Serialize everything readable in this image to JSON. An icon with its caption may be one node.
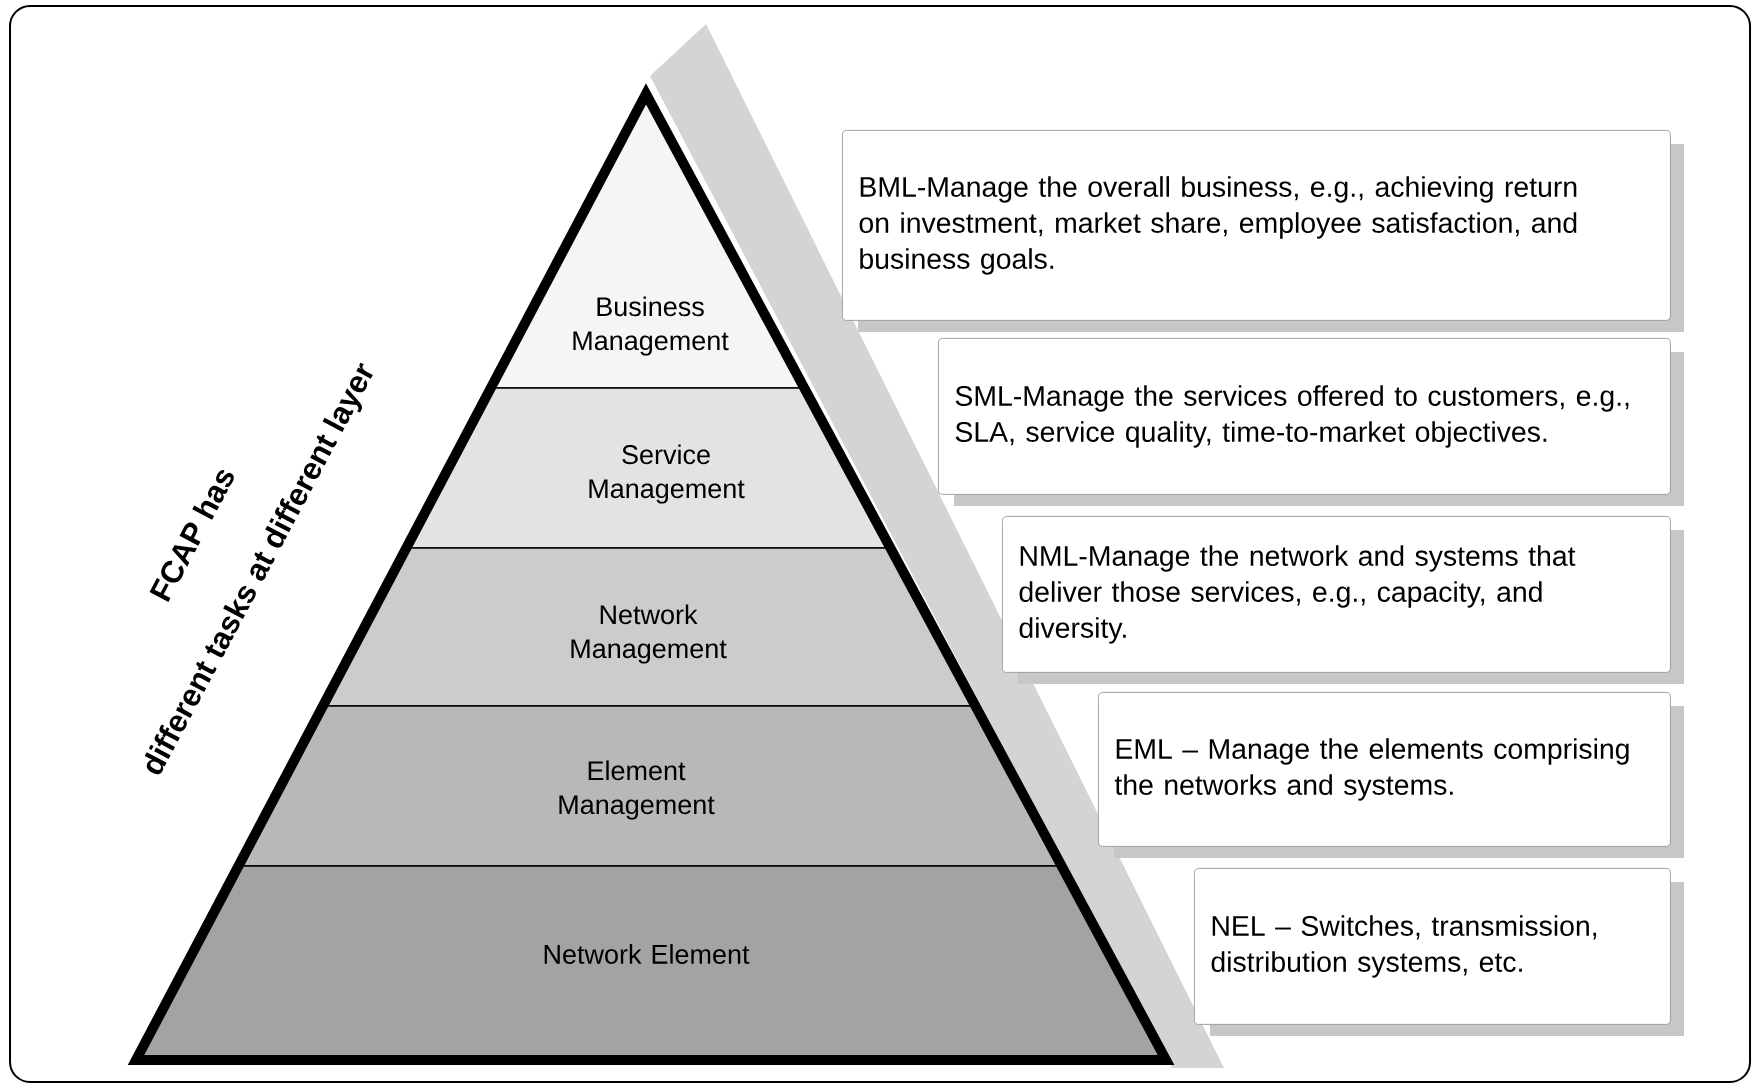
{
  "diagram": {
    "nodes": [
      {
        "text": [
          "Business Management"
        ]
      },
      {
        "text": [
          "Service Management"
        ]
      },
      {
        "text": [
          "Network Management"
        ]
      },
      {
        "text": [
          "Element Management"
        ]
      },
      {
        "text": [
          "Network Element"
        ]
      },
      {
        "text": [
          "BML-Manage the overall business, e.g., achieving return on investment, market share, employee satisfaction, and business goals."
        ]
      },
      {
        "text": [
          "SML-Manage the services offered to customers, e.g., SLA, service quality, time-to-market objectives."
        ]
      },
      {
        "text": [
          "NML-Manage the network and systems that deliver those services, e.g., capacity, and diversity."
        ]
      },
      {
        "text": [
          "EML – Manage the elements comprising the networks and systems."
        ]
      },
      {
        "text": [
          "NEL – Switches, transmission, distribution systems, etc."
        ]
      }
    ],
    "labels": [
      "FCAP has",
      "different tasks at different layer"
    ]
  }
}
